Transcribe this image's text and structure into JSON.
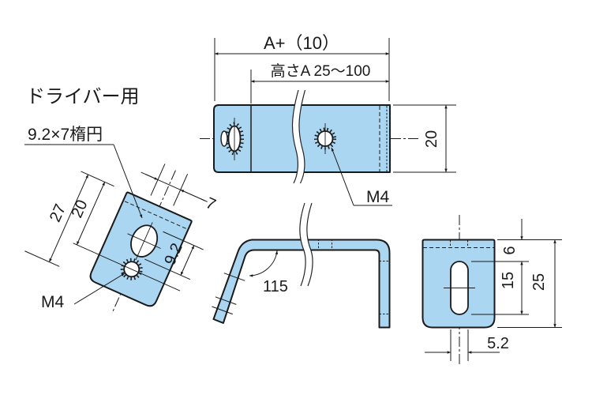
{
  "drawing": {
    "title": "ドライバー用",
    "hole_note": "9.2×7楕円",
    "top_view": {
      "dim_overall": "A+（10）",
      "dim_height_range": "高さA 25～100",
      "dim_width": "20",
      "thread_label": "M4"
    },
    "flat_view": {
      "dim_length": "27",
      "dim_to_hole": "20",
      "dim_slot_width": "7",
      "dim_slot_length": "9.2",
      "thread_label": "M4"
    },
    "side_view": {
      "angle": "115"
    },
    "end_view": {
      "dim_top_to_slot": "6",
      "dim_slot_length": "15",
      "dim_height": "25",
      "dim_slot_width": "5.2"
    },
    "colors": {
      "part_fill": "#abd6f2",
      "line": "#1a1a1a"
    }
  }
}
